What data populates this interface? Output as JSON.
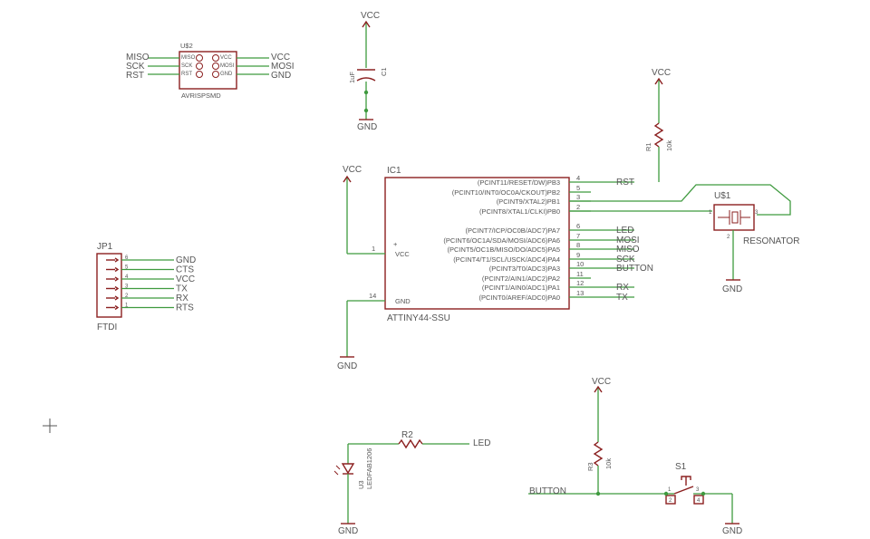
{
  "colors": {
    "wire": "#3f9a3f",
    "symbol": "#8b2020",
    "text": "#555555",
    "background": "#ffffff"
  },
  "isp": {
    "name": "U$2",
    "value": "AVRISPSMD",
    "left_nets": [
      "MISO",
      "SCK",
      "RST"
    ],
    "right_nets": [
      "VCC",
      "MOSI",
      "GND"
    ],
    "pad_left": [
      "MISO",
      "SCK",
      "RST"
    ],
    "pad_right": [
      "VCC",
      "MOSI",
      "GND"
    ]
  },
  "c1": {
    "name": "C1",
    "value": "1uF",
    "top": "VCC",
    "bottom": "GND"
  },
  "r1": {
    "name": "R1",
    "value": "10k",
    "top": "VCC"
  },
  "ic1": {
    "name": "IC1",
    "value": "ATTINY44-SSU",
    "vcc_net": "VCC",
    "gnd_net": "GND",
    "vcc_pin": "1",
    "vcc_label": "VCC",
    "gnd_pin": "14",
    "gnd_label": "GND",
    "right_pins": [
      {
        "num": "4",
        "label": "(PCINT11/RESET/DW)PB3",
        "net": "RST"
      },
      {
        "num": "5",
        "label": "(PCINT10/INT0/OC0A/CKOUT)PB2",
        "net": ""
      },
      {
        "num": "3",
        "label": "(PCINT9/XTAL2)PB1",
        "net": ""
      },
      {
        "num": "2",
        "label": "(PCINT8/XTAL1/CLKI)PB0",
        "net": ""
      },
      {
        "num": "6",
        "label": "(PCINT7/ICP/OC0B/ADC7)PA7",
        "net": "LED"
      },
      {
        "num": "7",
        "label": "(PCINT6/OC1A/SDA/MOSI/ADC6)PA6",
        "net": "MOSI"
      },
      {
        "num": "8",
        "label": "(PCINT5/OC1B/MISO/DO/ADC5)PA5",
        "net": "MISO"
      },
      {
        "num": "9",
        "label": "(PCINT4/T1/SCL/USCK/ADC4)PA4",
        "net": "SCK"
      },
      {
        "num": "10",
        "label": "(PCINT3/T0/ADC3)PA3",
        "net": "BUTTON"
      },
      {
        "num": "11",
        "label": "(PCINT2/AIN1/ADC2)PA2",
        "net": ""
      },
      {
        "num": "12",
        "label": "(PCINT1/AIN0/ADC1)PA1",
        "net": "RX"
      },
      {
        "num": "13",
        "label": "(PCINT0/AREF/ADC0)PA0",
        "net": "TX"
      }
    ]
  },
  "u1": {
    "name": "U$1",
    "value": "RESONATOR",
    "pins": [
      "1",
      "2",
      "3"
    ],
    "gnd": "GND"
  },
  "jp1": {
    "name": "JP1",
    "value": "FTDI",
    "pins": [
      {
        "num": "6",
        "net": "GND"
      },
      {
        "num": "5",
        "net": "CTS"
      },
      {
        "num": "4",
        "net": "VCC"
      },
      {
        "num": "3",
        "net": "TX"
      },
      {
        "num": "2",
        "net": "RX"
      },
      {
        "num": "1",
        "net": "RTS"
      }
    ]
  },
  "u3": {
    "name": "U3",
    "value": "LEDFAB1206",
    "gnd": "GND"
  },
  "r2": {
    "name": "R2",
    "net": "LED"
  },
  "r3": {
    "name": "R3",
    "value": "10k",
    "top": "VCC"
  },
  "s1": {
    "name": "S1",
    "net": "BUTTON",
    "gnd": "GND",
    "pins": [
      "1",
      "2",
      "3",
      "4"
    ]
  }
}
